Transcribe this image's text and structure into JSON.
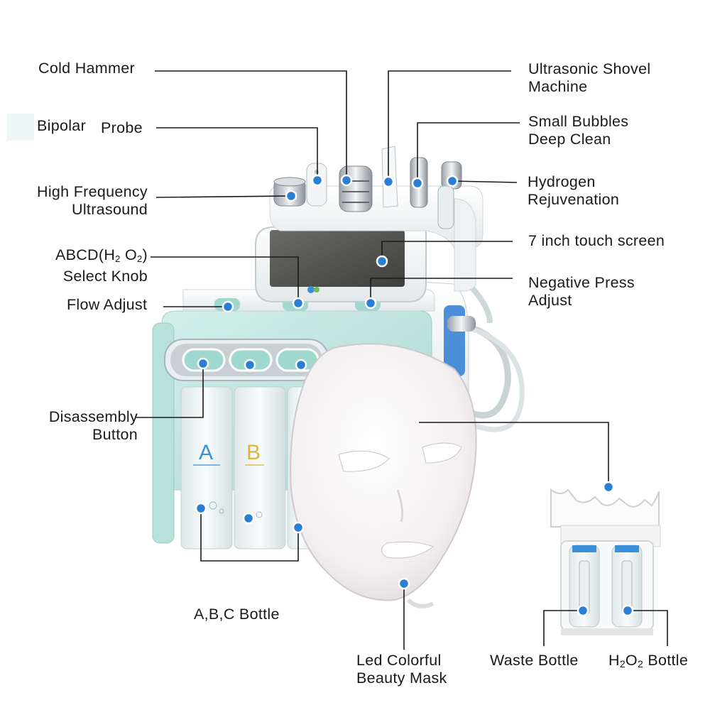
{
  "labels": {
    "cold_hammer": "Cold Hammer",
    "bipolar_a": "Bipolar",
    "bipolar_b": "Probe",
    "hf_line1": "High Frequency",
    "hf_line2": "Ultrasound",
    "abcd_pre": "ABCD(H",
    "abcd_sub1": "2",
    "abcd_mid": " O",
    "abcd_sub2": "2",
    "abcd_post": ")",
    "abcd_line2": "Select Knob",
    "flow_adjust": "Flow Adjust",
    "disassembly_line1": "Disassembly",
    "disassembly_line2": "Button",
    "abc_bottle": "A,B,C Bottle",
    "led_line1": "Led Colorful",
    "led_line2": "Beauty Mask",
    "waste_bottle": "Waste Bottle",
    "h2o2_pre": "H",
    "h2o2_sub1": "2",
    "h2o2_mid": "O",
    "h2o2_sub2": "2",
    "h2o2_post": " Bottle",
    "ultrasonic_line1": "Ultrasonic Shovel",
    "ultrasonic_line2": "Machine",
    "bubbles_line1": "Small Bubbles",
    "bubbles_line2": "Deep Clean",
    "hydrogen_line1": "Hydrogen",
    "hydrogen_line2": "Rejuvenation",
    "touch_screen": "7 inch touch screen",
    "negative_line1": "Negative Press",
    "negative_line2": "Adjust"
  },
  "bottle_letters": {
    "a": "A",
    "b": "B"
  },
  "colors": {
    "line": "#1a1a1a",
    "marker_fill": "#2a7fd4",
    "marker_ring": "#ffffff",
    "machine_body": "#bfe6e0",
    "machine_white": "#f4f6f7",
    "mask": "#f6f3f4",
    "letter_a": "#3a8fd8",
    "letter_b": "#e0b43a"
  }
}
